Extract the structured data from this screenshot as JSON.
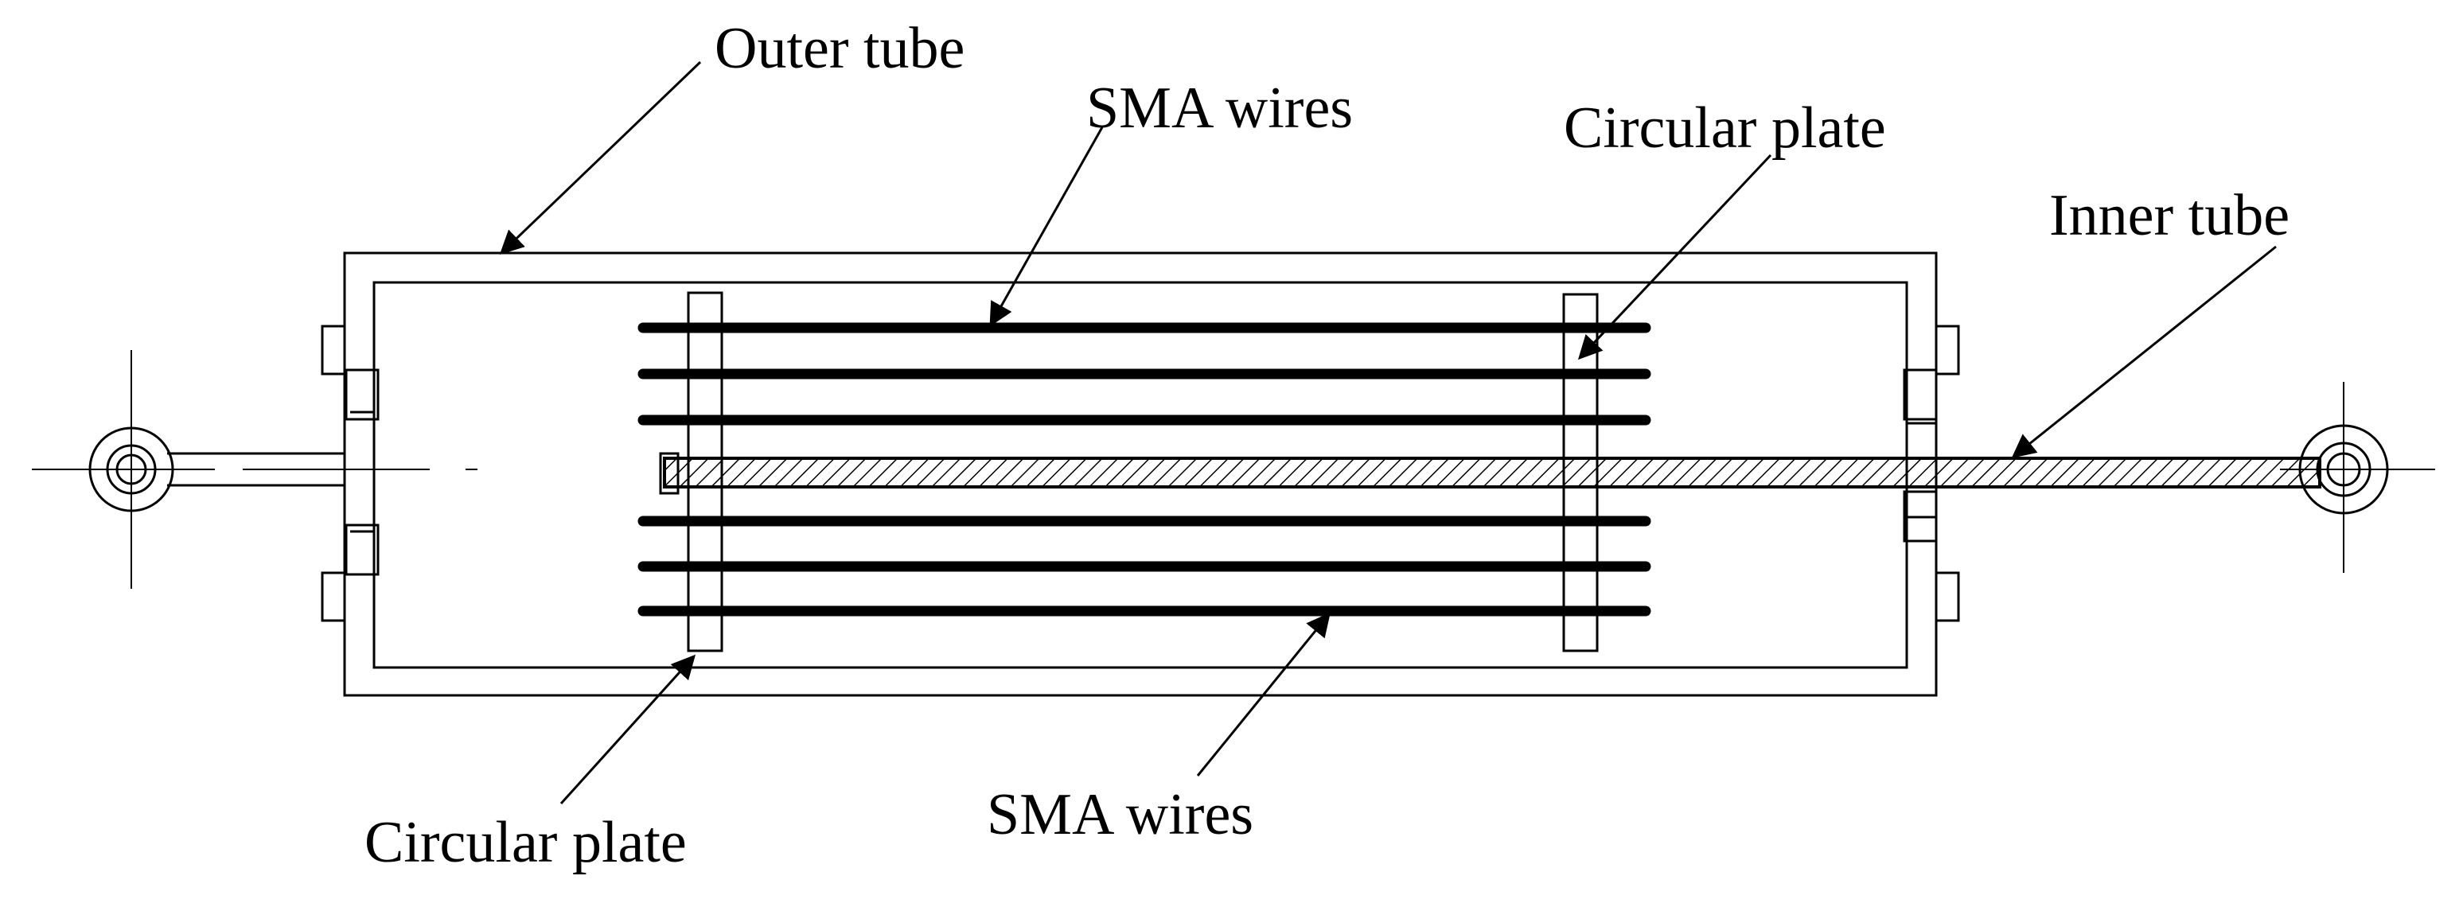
{
  "labels": {
    "outer_tube": "Outer tube",
    "sma_wires_top": "SMA wires",
    "circular_plate_top": "Circular plate",
    "inner_tube": "Inner tube",
    "circular_plate_bottom": "Circular plate",
    "sma_wires_bottom": "SMA wires"
  },
  "colors": {
    "line": "#000000",
    "background": "#ffffff",
    "hatch": "#000000"
  }
}
